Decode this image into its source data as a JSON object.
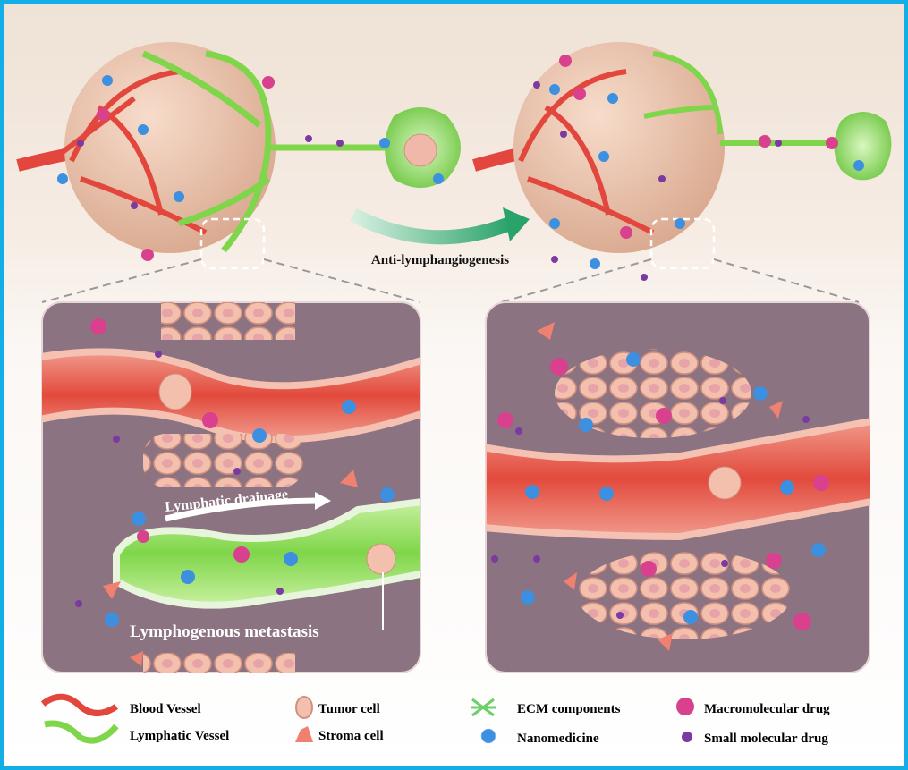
{
  "arrow_label": "Anti-lymphangiogenesis",
  "left_panel": {
    "drainage_label": "Lymphatic drainage",
    "metastasis_label": "Lymphogenous metastasis"
  },
  "legend": {
    "blood_vessel": "Blood Vessel",
    "lymphatic_vessel": "Lymphatic Vessel",
    "tumor_cell": "Tumor cell",
    "stroma_cell": "Stroma cell",
    "ecm": "ECM components",
    "nanomedicine": "Nanomedicine",
    "macromolecular": "Macromolecular drug",
    "small_molecular": "Small molecular drug"
  },
  "colors": {
    "border": "#14aee6",
    "blood": "#e2463c",
    "lymph": "#7fd64a",
    "tumor": "#f0c6b0",
    "panel": "#8b7381",
    "nano": "#3d8fe0",
    "macro": "#d9418f",
    "small": "#7a3aa0"
  }
}
